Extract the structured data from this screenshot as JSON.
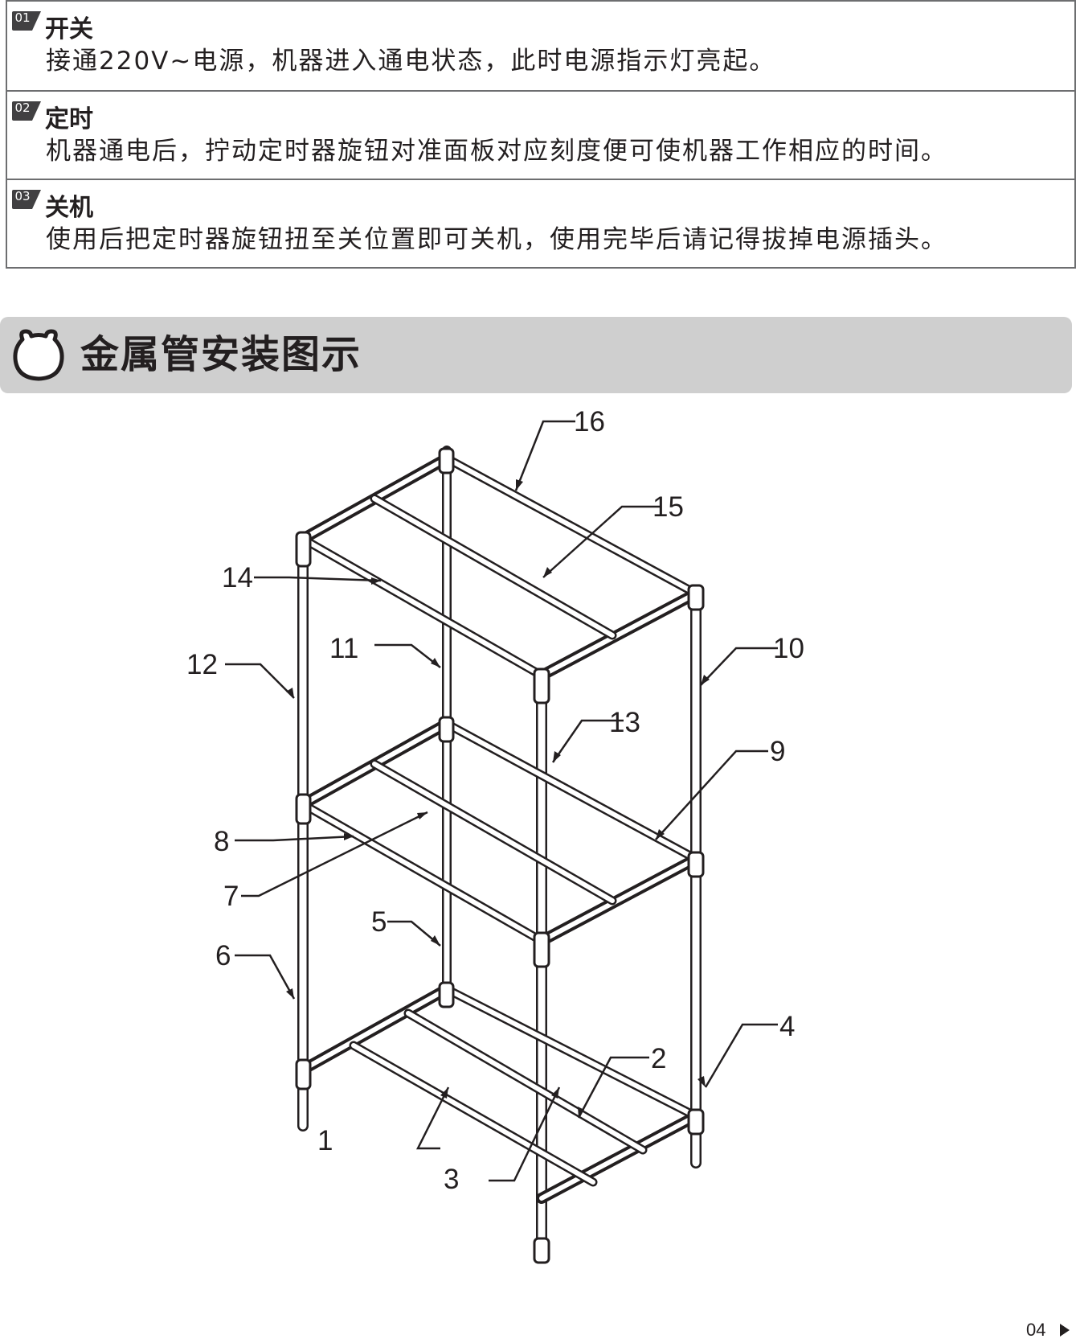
{
  "steps": [
    {
      "number": "01",
      "title": "开关",
      "description": "接通220V~电源，机器进入通电状态，此时电源指示灯亮起。"
    },
    {
      "number": "02",
      "title": "定时",
      "description": "机器通电后，拧动定时器旋钮对准面板对应刻度便可使机器工作相应的时间。"
    },
    {
      "number": "03",
      "title": "关机",
      "description": "使用后把定时器旋钮扭至关位置即可关机，使用完毕后请记得拔掉电源插头。"
    }
  ],
  "section": {
    "title": "金属管安装图示",
    "icon": "bear-face-icon"
  },
  "diagram": {
    "part_labels": [
      "1",
      "2",
      "3",
      "4",
      "5",
      "6",
      "7",
      "8",
      "9",
      "10",
      "11",
      "12",
      "13",
      "14",
      "15",
      "16"
    ]
  },
  "footer": {
    "page_number": "04",
    "icon": "triangle-right-icon"
  }
}
